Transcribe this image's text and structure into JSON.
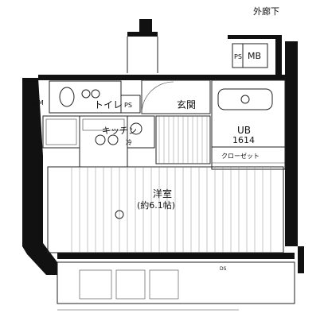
{
  "labels": {
    "corridor": "外廊下",
    "toilet": "トイレ",
    "entrance": "玄関",
    "kitchen": "キッチン",
    "unit_bath": "UB",
    "unit_bath_size": "1614",
    "closet": "クローゼット",
    "western_room": "洋室",
    "western_room_size": "(約6.1帖)",
    "meter_box": "MB",
    "pipe_space": "PS",
    "wm": "WM",
    "ps_small": "PS",
    "ds": "DS",
    "refrigerator": "冷"
  }
}
